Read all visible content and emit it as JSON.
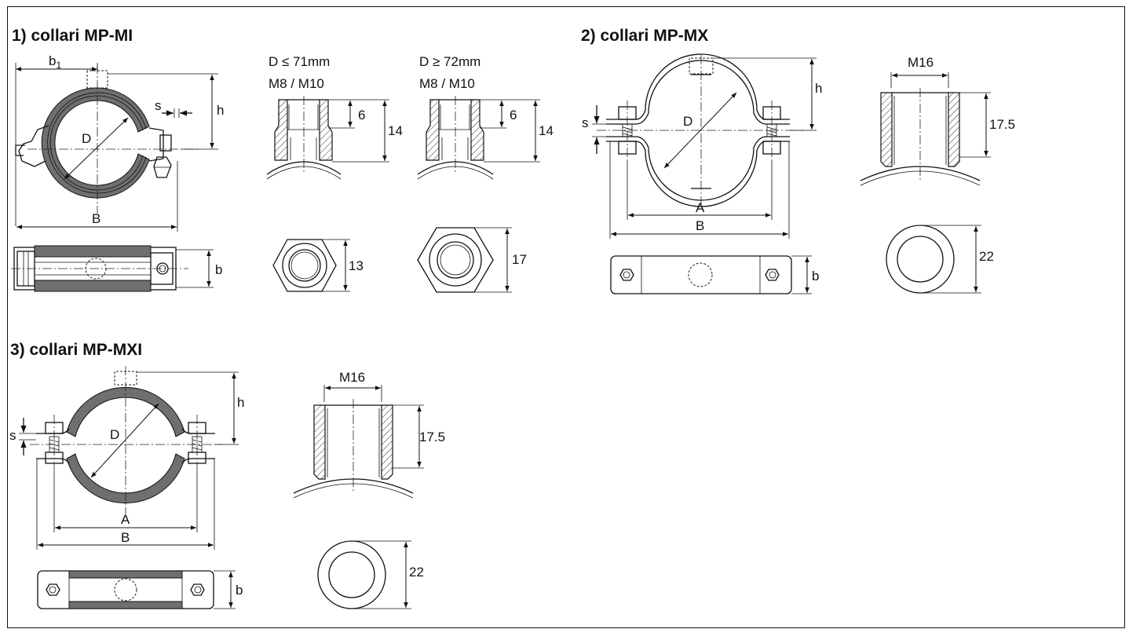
{
  "sections": {
    "mp_mi": {
      "title": "1) collari MP-MI",
      "labels": {
        "b1": "b",
        "b1_sub": "1",
        "h": "h",
        "s": "s",
        "D": "D",
        "B": "B",
        "b": "b"
      },
      "variant_small": {
        "range": "D ≤ 71mm",
        "thread": "M8 / M10",
        "dim_6": "6",
        "dim_14": "14",
        "hex": "13"
      },
      "variant_large": {
        "range": "D ≥ 72mm",
        "thread": "M8 / M10",
        "dim_6": "6",
        "dim_14": "14",
        "hex": "17"
      }
    },
    "mp_mx": {
      "title": "2) collari MP-MX",
      "labels": {
        "h": "h",
        "s": "s",
        "D": "D",
        "A": "A",
        "B": "B",
        "b": "b"
      },
      "nut": {
        "thread": "M16",
        "height": "17.5",
        "outer": "22"
      }
    },
    "mp_mxi": {
      "title": "3) collari MP-MXI",
      "labels": {
        "h": "h",
        "s": "s",
        "D": "D",
        "A": "A",
        "B": "B",
        "b": "b"
      },
      "nut": {
        "thread": "M16",
        "height": "17.5",
        "outer": "22"
      }
    }
  }
}
